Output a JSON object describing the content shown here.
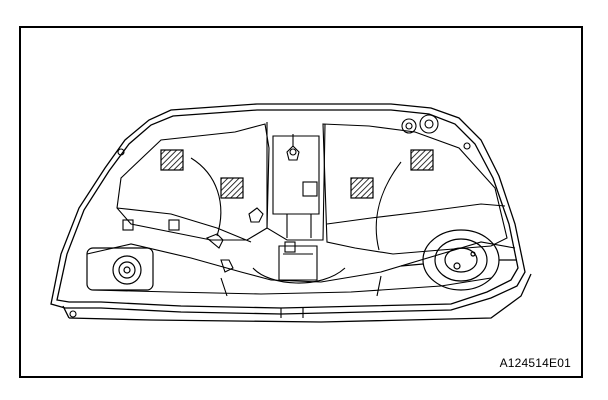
{
  "figure": {
    "id_label": "A124514E01",
    "ink_color": "#000000",
    "paper_color": "#ffffff",
    "hatch_color": "#000000"
  },
  "diagram": {
    "subject": "fuel-tank-underside",
    "hatched_marker_count": 4
  }
}
